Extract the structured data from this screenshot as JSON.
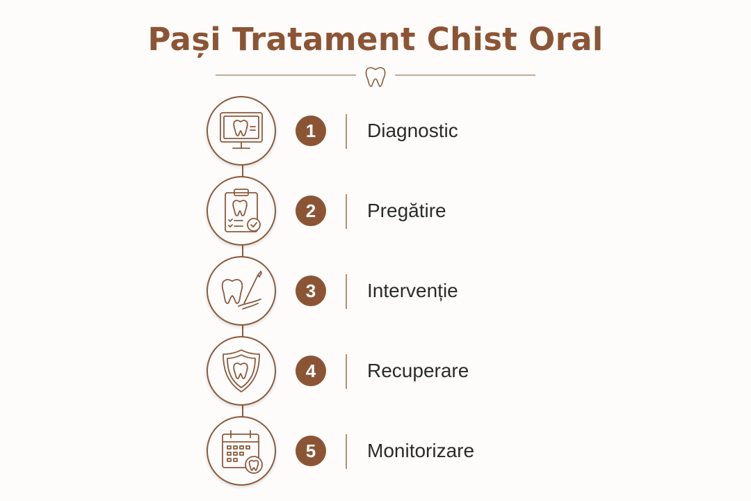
{
  "title": "Pași Tratament Chist Oral",
  "colors": {
    "accent": "#8b5535",
    "text": "#2b2b2b",
    "background": "#fdfcfb"
  },
  "divider_icon": "tooth-icon",
  "steps": [
    {
      "number": "1",
      "label": "Diagnostic",
      "icon": "monitor-tooth-icon"
    },
    {
      "number": "2",
      "label": "Pregătire",
      "icon": "clipboard-tooth-icon"
    },
    {
      "number": "3",
      "label": "Intervenție",
      "icon": "tooth-scalpel-icon"
    },
    {
      "number": "4",
      "label": "Recuperare",
      "icon": "shield-tooth-icon"
    },
    {
      "number": "5",
      "label": "Monitorizare",
      "icon": "calendar-tooth-icon"
    }
  ]
}
